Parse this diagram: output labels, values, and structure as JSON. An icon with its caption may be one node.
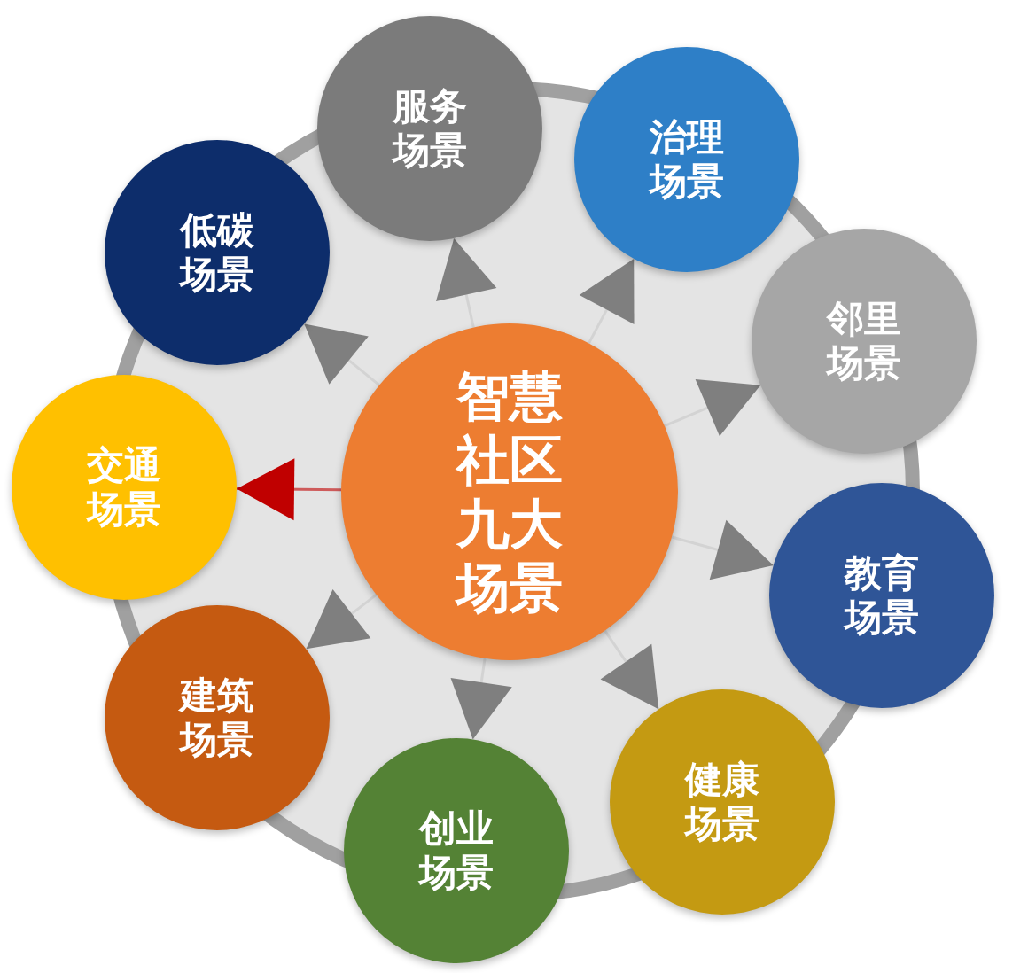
{
  "diagram": {
    "nodes": [
      {
        "text": [
          "智慧社区九大场景"
        ]
      },
      {
        "text": [
          "服务场景"
        ]
      },
      {
        "text": [
          "治理场景"
        ]
      },
      {
        "text": [
          "邻里场景"
        ]
      },
      {
        "text": [
          "教育场景"
        ]
      },
      {
        "text": [
          "健康场景"
        ]
      },
      {
        "text": [
          "创业场景"
        ]
      },
      {
        "text": [
          "建筑场景"
        ]
      },
      {
        "text": [
          "交通场景"
        ]
      },
      {
        "text": [
          "低碳场景"
        ]
      }
    ],
    "edges": [
      {
        "from": 0,
        "to": 1,
        "arrow": "to"
      },
      {
        "from": 0,
        "to": 2,
        "arrow": "to"
      },
      {
        "from": 0,
        "to": 3,
        "arrow": "to"
      },
      {
        "from": 0,
        "to": 4,
        "arrow": "to"
      },
      {
        "from": 0,
        "to": 5,
        "arrow": "to"
      },
      {
        "from": 0,
        "to": 6,
        "arrow": "to"
      },
      {
        "from": 0,
        "to": 7,
        "arrow": "to"
      },
      {
        "from": 0,
        "to": 8,
        "arrow": "to",
        "color": "#c00000"
      },
      {
        "from": 0,
        "to": 9,
        "arrow": "to"
      }
    ]
  }
}
